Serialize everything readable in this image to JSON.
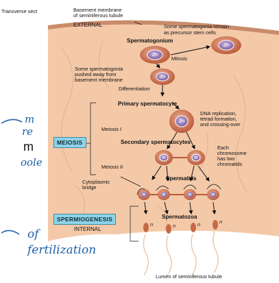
{
  "labels": {
    "transverse": "Transverse sect",
    "basement_1": "Basement membrane",
    "basement_2": "of seminiferous tubule",
    "external": "EXTERNAL",
    "precursor_1": "Some spermatogonia remain",
    "precursor_2": "as precursor stem cells",
    "spermatogonium": "Spermatogonium",
    "mitosis": "Mitosis",
    "pushed_1": "Some spermatogonia",
    "pushed_2": "pushed away from",
    "pushed_3": "basement membrane",
    "differentiation": "Differentiation",
    "primary": "Primary spermatocyte",
    "dna_1": "DNA replication,",
    "dna_2": "tetrad formation,",
    "dna_3": "and crossing-over",
    "meiosis1": "Meiosis I",
    "secondary": "Secondary spermatocytes",
    "each_1": "Each",
    "each_2": "chromosome",
    "each_3": "has two",
    "each_4": "chromatids",
    "meiosis2": "Meiosis II",
    "spermatids": "Spermatids",
    "cyto_1": "Cytoplasmic",
    "cyto_2": "bridge",
    "spermatozoa": "Spermatozoa",
    "internal": "INTERNAL",
    "lumen": "Lumen of seminiferous tubule"
  },
  "boxes": {
    "meiosis": "MEIOSIS",
    "spermiogenesis": "SPERMIOGENESIS"
  },
  "cells": {
    "two_n": "2n",
    "one_n": "n"
  },
  "handwriting": {
    "w1": "m",
    "w2": "re",
    "w3": "m",
    "w4": "oole",
    "w5": "of",
    "w6": "fertilization"
  },
  "colors": {
    "tissue": "#f4c9a8",
    "membrane": "#d9a07e",
    "cell": "#c56a45",
    "nucleus": "#7a5ca0",
    "box": "#8fd3e8",
    "ink": "#1f5fa8"
  }
}
